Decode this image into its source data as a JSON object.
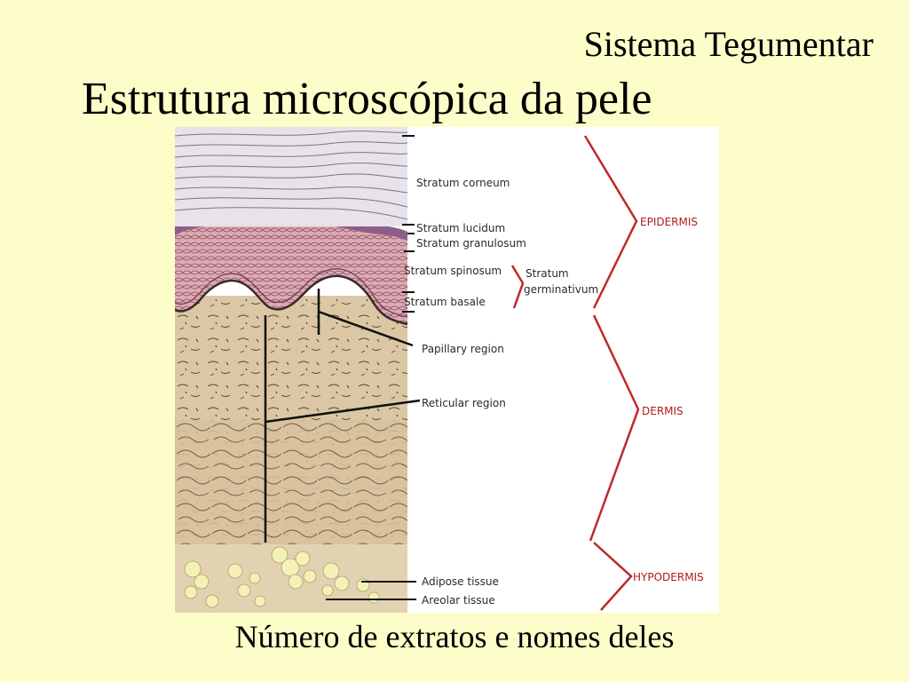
{
  "slide": {
    "header": "Sistema Tegumentar",
    "title": "Estrutura microscópica da pele",
    "caption": "Número de extratos e nomes deles"
  },
  "figure": {
    "layer_labels": {
      "stratum_corneum": "Stratum corneum",
      "stratum_lucidum": "Stratum lucidum",
      "stratum_granulosum": "Stratum granulosum",
      "stratum_spinosum": "Stratum spinosum",
      "stratum_basale": "Stratum basale",
      "stratum_germinativum_line1": "Stratum",
      "stratum_germinativum_line2": "germinativum",
      "papillary_region": "Papillary region",
      "reticular_region": "Reticular region",
      "adipose_tissue": "Adipose tissue",
      "areolar_tissue": "Areolar tissue"
    },
    "region_labels": {
      "epidermis": "EPIDERMIS",
      "dermis": "DERMIS",
      "hypodermis": "HYPODERMIS"
    },
    "colors": {
      "bracket": "#c0282a",
      "corneum": "#e6e0e8",
      "epidermis_cells": "#d9aab3",
      "dermis": "#dcc7a4",
      "adipose": "#f4f0b8"
    }
  }
}
